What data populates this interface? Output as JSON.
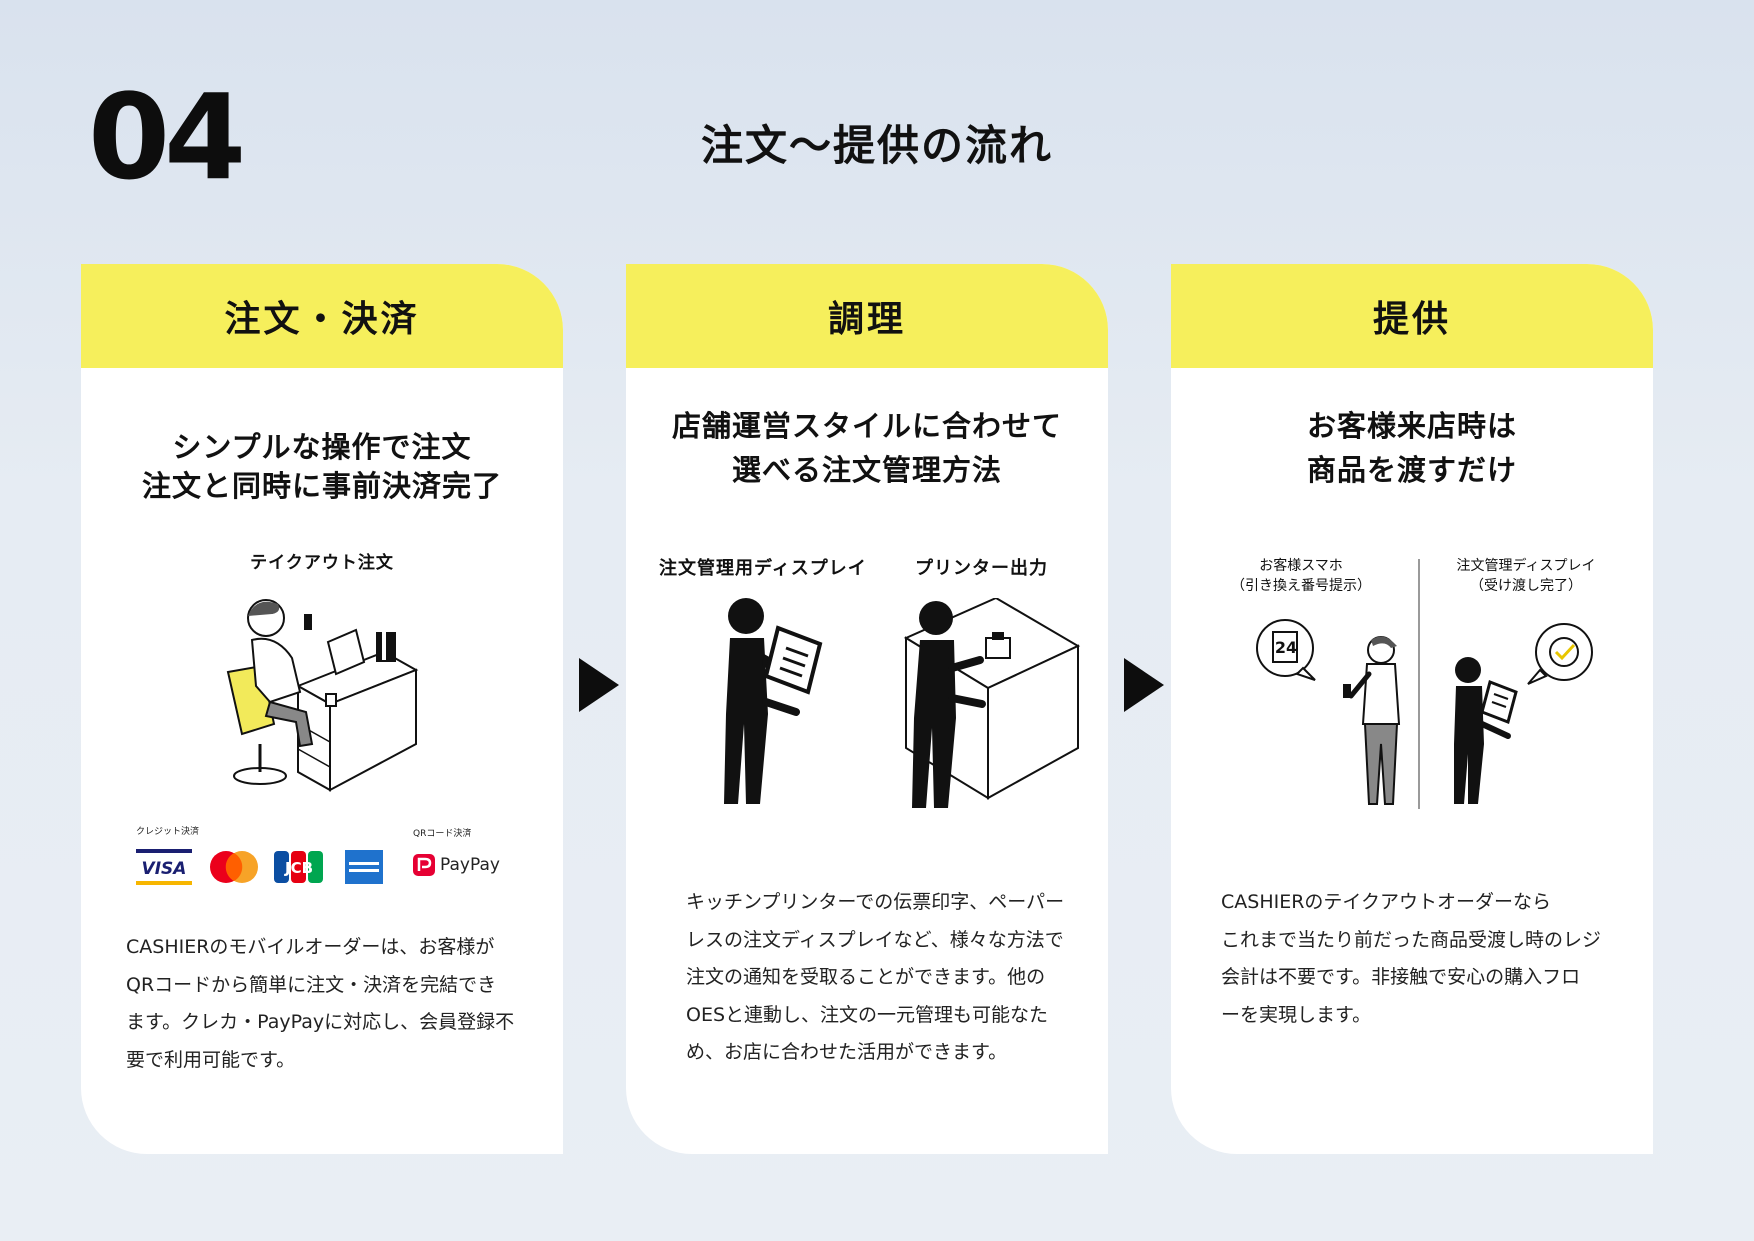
{
  "page": {
    "number": "04",
    "title": "注文〜提供の流れ"
  },
  "colors": {
    "accent_yellow": "#f6ef5c",
    "text_dark": "#111111",
    "paypay_red": "#e60033",
    "amex_blue": "#1f72cd",
    "visa_blue": "#1a1f71",
    "visa_gold": "#f7b600",
    "mastercard_red": "#eb001b",
    "mastercard_orange": "#f79e1b"
  },
  "steps": [
    {
      "heading": "注文・決済",
      "lead": [
        "シンプルな操作で注文",
        "注文と同時に事前決済完了"
      ],
      "illustration_label": "テイクアウト注文",
      "illustration_icon": "person-at-desk-with-laptop",
      "payment": {
        "credit_label": "クレジット決済",
        "qr_label": "QRコード決済",
        "brands": [
          "VISA",
          "mastercard-logo",
          "JCB",
          "amex-logo"
        ],
        "paypay_label": "PayPay"
      },
      "body": [
        "CASHIERのモバイルオーダーは、お客様が",
        "QRコードから簡単に注文・決済を完結でき",
        "ます。クレカ・PayPayに対応し、会員登録不",
        "要で利用可能です。"
      ]
    },
    {
      "heading": "調理",
      "lead": [
        "店舗運営スタイルに合わせて",
        "選べる注文管理方法"
      ],
      "labels": [
        "注文管理用ディスプレイ",
        "プリンター出力"
      ],
      "illustration_icons": [
        "staff-with-tablet",
        "staff-with-printer"
      ],
      "body": [
        "キッチンプリンターでの伝票印字、ペーパー",
        "レスの注文ディスプレイなど、様々な方法で",
        "注文の通知を受取ることができます。他の",
        "OESと連動し、注文の一元管理も可能なた",
        "め、お店に合わせた活用ができます。"
      ]
    },
    {
      "heading": "提供",
      "lead": [
        "お客様来店時は",
        "商品を渡すだけ"
      ],
      "labels": [
        {
          "line1": "お客様スマホ",
          "line2": "（引き換え番号提示）"
        },
        {
          "line1": "注文管理ディスプレイ",
          "line2": "（受け渡し完了）"
        }
      ],
      "number_bubble": "24",
      "illustration_icons": [
        "customer-with-phone",
        "staff-with-tablet-check"
      ],
      "body": [
        "CASHIERのテイクアウトオーダーなら",
        "これまで当たり前だった商品受渡し時のレジ",
        "会計は不要です。非接触で安心の購入フロ",
        "ーを実現します。"
      ]
    }
  ]
}
